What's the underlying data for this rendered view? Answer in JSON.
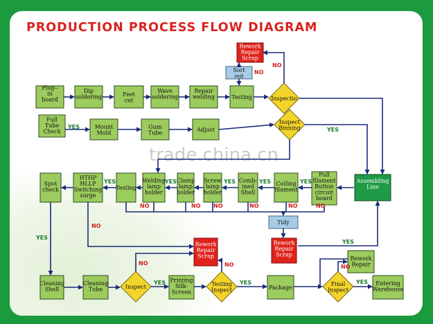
{
  "title": "PRODUCTION PROCESS FLOW DIAGRAM",
  "watermark": "trade.china.cn",
  "nodes": {
    "plug_in": "Plug-- in board",
    "dip": "Dip soldering",
    "feet_cut": "Feet cut",
    "wave": "Wave soldering",
    "repair_welding": "Repair welding",
    "testing_top": "Testing",
    "inspectio": "Inspectio",
    "rework_top": "Rework Repair Scrap",
    "sort_out": "Sort out",
    "full_tube": "Full Tube Check",
    "mount": "Mount Mold",
    "gum": "Gum Tube",
    "adjust": "Adjust",
    "inspect_binning": "Inspect Binning",
    "assembling": "Assembling Line",
    "spot": "Spot check",
    "hthp": "HTHP HLLP Switching surge",
    "testing_mid": "Testing",
    "welding_lamp": "Welding lamp holder",
    "clamp": "Clamp lamp holder",
    "screw": "Screw lamp holder",
    "combined": "Comb- ined Shell",
    "coiling": "Coiling filament",
    "pull": "Pull filament Button circuit board",
    "tidy": "Tidy",
    "rework_mid": "Rework Repair Scrap",
    "rework_center": "Rework Repair Scrap",
    "cleaning_shell": "Cleaning Shell",
    "cleaning_tube": "Cleaning Tube",
    "inspect_bottom": "Inspect",
    "printing": "Printing Silk- Screen",
    "testing_inspect": "Testing Inspect",
    "package": "Package",
    "final_inspect": "Final Inspect",
    "rework_repair": "Rework Repair",
    "warehouse": "Entering Warehouse"
  },
  "labels": {
    "yes": "YES",
    "no": "NO"
  },
  "colors": {
    "background": "#1c9a3e",
    "title": "#d8231f",
    "process": "#9ccb5e",
    "rework": "#e0221b",
    "decision": "#f3d42b",
    "assembling": "#1f9a46",
    "arrow": "#1a2a78"
  }
}
